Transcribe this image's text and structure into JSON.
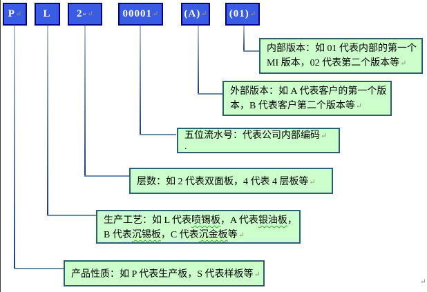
{
  "page": {
    "corner_mark": "↵"
  },
  "colors": {
    "code_box_fill": "#3a5ce4",
    "code_box_border": "#000080",
    "callout_fill": "#ccffcc",
    "callout_border": "#2a5f6e",
    "connector": "#6b87a8",
    "return_mark_color": "#8e8e78",
    "wavy_underline": "#33aa33"
  },
  "marks": {
    "return_mark": "↵"
  },
  "code_boxes": [
    {
      "label": "P",
      "ret_mark": "↵"
    },
    {
      "label": "L",
      "ret_mark": ""
    },
    {
      "label": "2-",
      "ret_mark": "↵"
    },
    {
      "label": "00001",
      "ret_mark": "↵"
    },
    {
      "label": "(A)",
      "ret_mark": "↵"
    },
    {
      "label": "(01)",
      "ret_mark": "↵"
    }
  ],
  "callouts": [
    {
      "id": "internal-version",
      "lines": [
        {
          "text": "内部版本：如 01 代表内部的第一个"
        },
        {
          "text": "MI 版本，02 代表第二个版本等",
          "ret": true
        }
      ]
    },
    {
      "id": "external-version",
      "lines": [
        {
          "text": "外部版本：如 A 代表客户的第一个版"
        },
        {
          "text": "本，B 代表客户第二个版本等",
          "ret": true
        }
      ]
    },
    {
      "id": "serial-number",
      "lines": [
        {
          "text": "五位流水号：代表公司内部编码",
          "ret": true
        },
        {
          "text": "."
        }
      ]
    },
    {
      "id": "layer-count",
      "lines": [
        {
          "text": "层数：如 2 代表双面板，4 代表 4 层板等",
          "ret": true
        }
      ]
    },
    {
      "id": "production-process",
      "lines": [
        {
          "text": "生产工艺：如 L 代表~喷锡板~，A 代表~银油板~，"
        },
        {
          "text": "B 代表~沉锡板~，C 代表~沉金板~等",
          "ret": true
        }
      ]
    },
    {
      "id": "product-nature",
      "lines": [
        {
          "text": "产品性质：如 P 代表生产板，S 代表样板等",
          "ret": true
        }
      ]
    }
  ]
}
